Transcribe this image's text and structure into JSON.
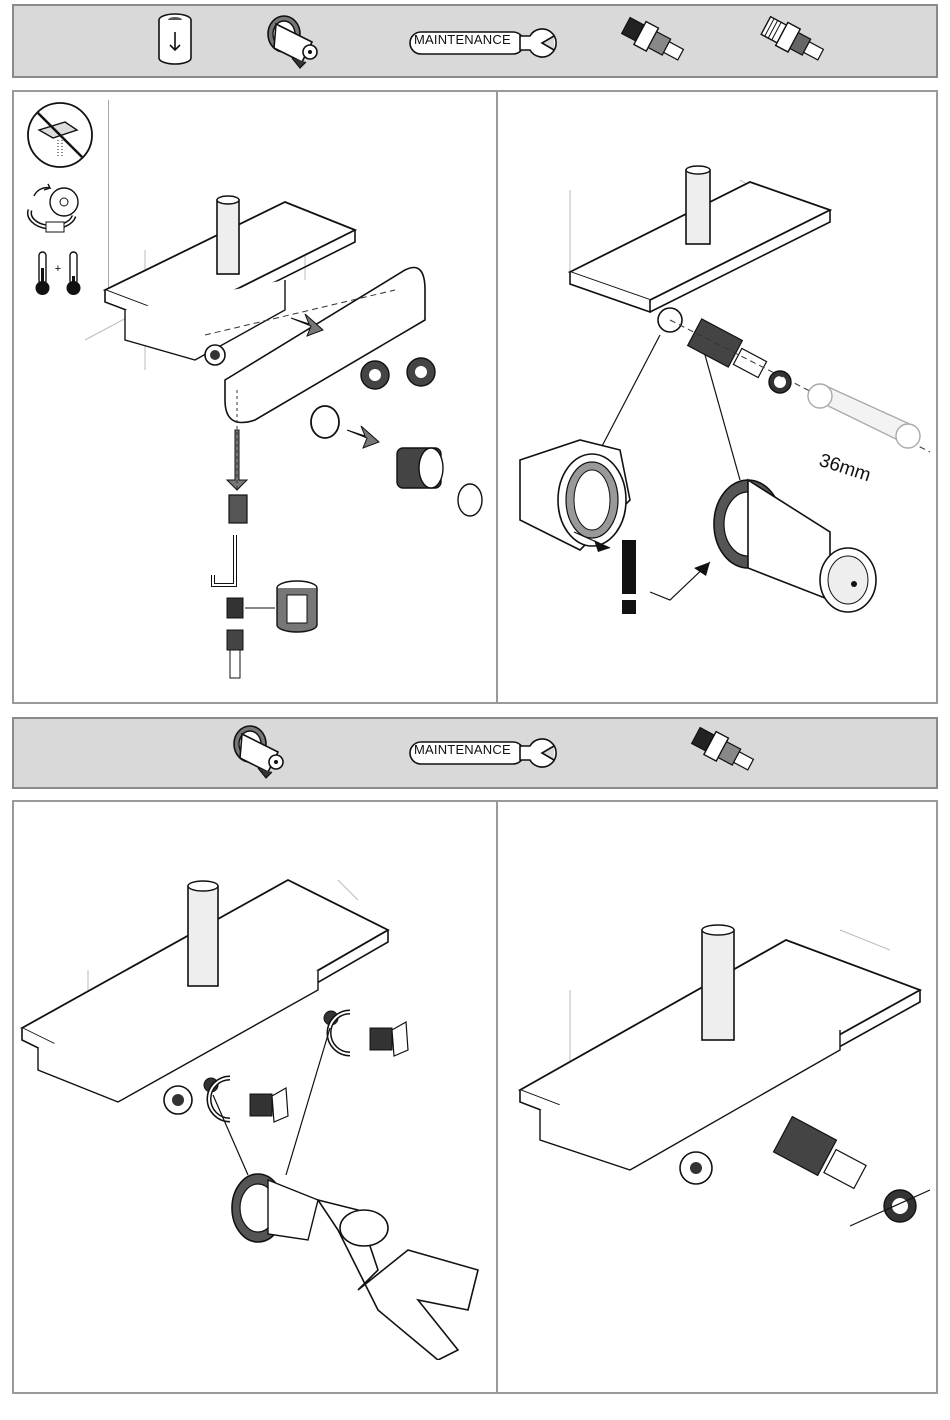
{
  "header_top": {
    "maintenance_label": "MAINTENANCE",
    "icons": [
      "filter-cartridge-icon",
      "check-valve-icon",
      "wrench-icon",
      "thermostatic-cartridge-icon",
      "thermostatic-cartridge-alt-icon"
    ]
  },
  "header_bottom": {
    "maintenance_label": "MAINTENANCE",
    "icons": [
      "check-valve-icon",
      "wrench-icon",
      "thermostatic-cartridge-icon"
    ]
  },
  "panels": {
    "top_left": {
      "side_icons": [
        "no-water-icon",
        "rotate-cartridge-icon",
        "hot-plus-cold-icon"
      ],
      "plus_sign": "+"
    },
    "top_right": {
      "wrench_size": "36mm",
      "warning_symbol": "!"
    },
    "bottom_left": {},
    "bottom_right": {}
  }
}
